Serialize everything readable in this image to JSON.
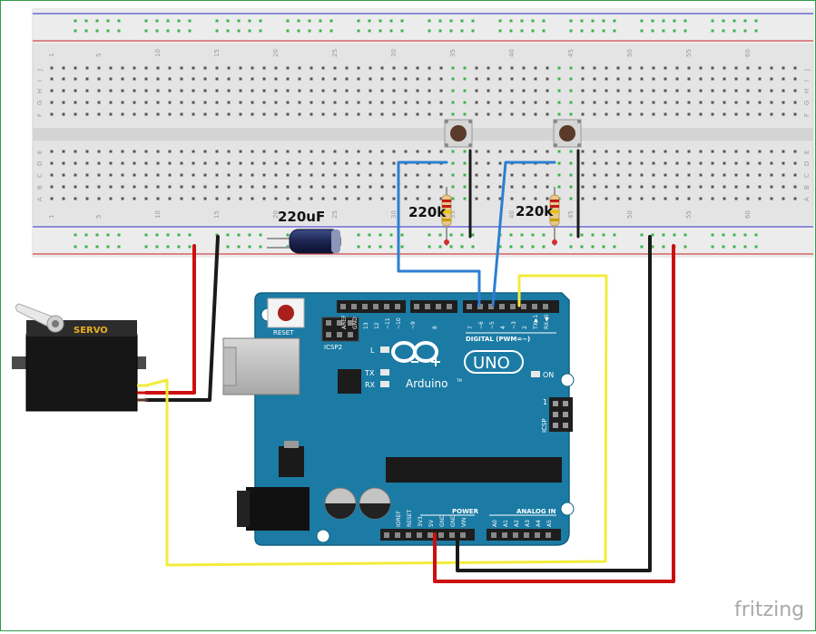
{
  "labels": {
    "capacitor": "220uF",
    "resistor_left": "220k",
    "resistor_right": "220k",
    "servo": "SERVO",
    "reset": "RESET",
    "icsp2": "ICSP2",
    "icsp": "ICSP",
    "digital": "DIGITAL (PWM=~)",
    "power": "POWER",
    "analog_in": "ANALOG IN",
    "brand": "Arduino",
    "tm": "TM",
    "model": "UNO",
    "on": "ON",
    "l": "L",
    "tx": "TX",
    "rx": "RX",
    "icsp_pin1": "1",
    "watermark": "fritzing"
  },
  "breadboard": {
    "column_numbers": [
      "1",
      "5",
      "10",
      "15",
      "20",
      "25",
      "30",
      "35",
      "40",
      "45",
      "50",
      "55",
      "60"
    ],
    "row_letters_top": [
      "J",
      "I",
      "H",
      "G",
      "F"
    ],
    "row_letters_bottom": [
      "E",
      "D",
      "C",
      "B",
      "A"
    ]
  },
  "digital_pins": [
    "AREF",
    "GND",
    "13",
    "12",
    "~11",
    "~10",
    "~9",
    "8",
    "7",
    "~6",
    "~5",
    "4",
    "~3",
    "2",
    "TX▶1",
    "RX◀0"
  ],
  "power_pins": [
    "IOREF",
    "RESET",
    "3V3",
    "5V",
    "GND",
    "GND",
    "VIN"
  ],
  "analog_pins": [
    "A0",
    "A1",
    "A2",
    "A3",
    "A4",
    "A5"
  ],
  "colors": {
    "board": "#1b7ba4",
    "wire_red": "#cc1010",
    "wire_black": "#1a1a1a",
    "wire_blue": "#2d7fd1",
    "wire_yellow": "#f2ec3c",
    "breadboard": "#e6e6e6"
  }
}
